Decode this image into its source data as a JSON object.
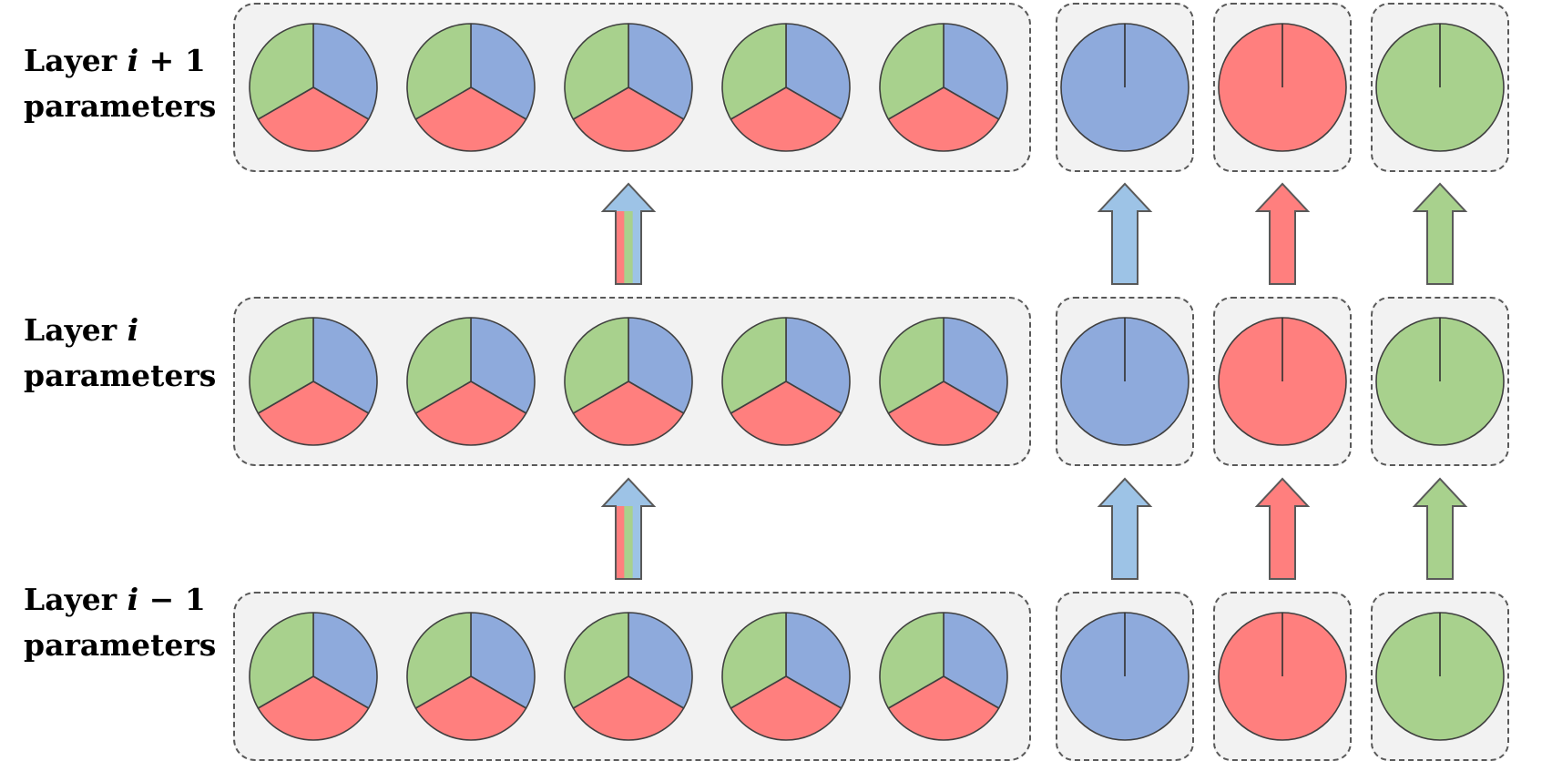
{
  "layers": [
    {
      "key": "layer-plus-1",
      "prefix": "Layer ",
      "var": "i",
      "suffix": " + 1",
      "second": "parameters"
    },
    {
      "key": "layer-i",
      "prefix": "Layer ",
      "var": "i",
      "suffix": "",
      "second": "parameters"
    },
    {
      "key": "layer-minus-1",
      "prefix": "Layer ",
      "var": "i",
      "suffix": " − 1",
      "second": "parameters"
    }
  ],
  "shared_circle_count": 5,
  "colors": {
    "blue": "#8eaadc",
    "red": "#ff7f7e",
    "green": "#a8d18d",
    "arrow_blue": "#9dc3e6",
    "box_fill": "#f2f2f2",
    "box_border": "#595959",
    "stroke": "#404040"
  },
  "individual_colors": [
    "blue",
    "red",
    "green"
  ],
  "shared_arrow_stripes": [
    "red",
    "green",
    "arrow_blue"
  ]
}
